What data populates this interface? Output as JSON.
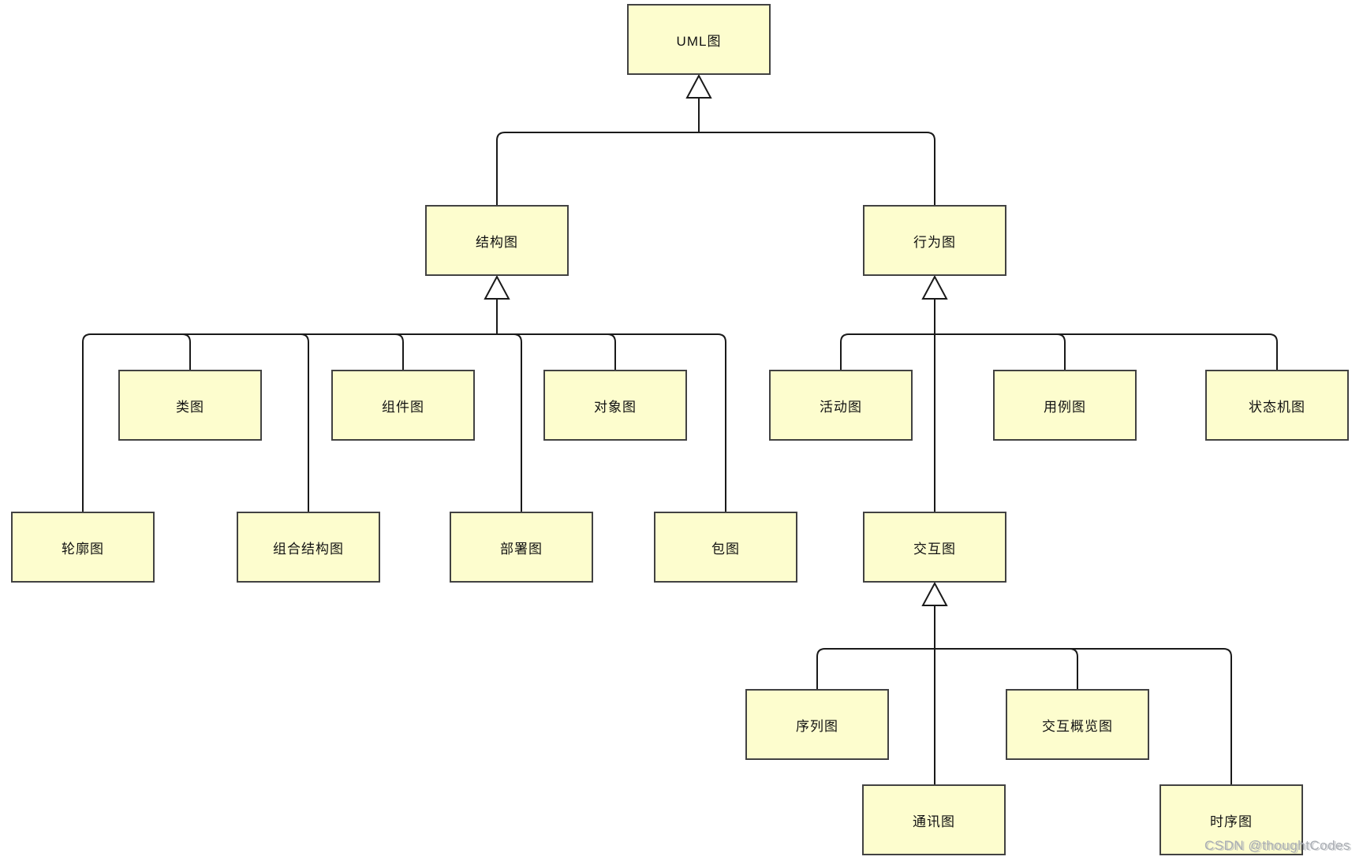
{
  "diagram": {
    "type": "uml-diagram-taxonomy-tree",
    "root": "UML图",
    "relations": [
      {
        "parent": "UML图",
        "children": [
          "结构图",
          "行为图"
        ]
      },
      {
        "parent": "结构图",
        "children": [
          "类图",
          "组件图",
          "对象图",
          "轮廓图",
          "组合结构图",
          "部署图",
          "包图"
        ]
      },
      {
        "parent": "行为图",
        "children": [
          "活动图",
          "用例图",
          "状态机图",
          "交互图"
        ]
      },
      {
        "parent": "交互图",
        "children": [
          "序列图",
          "交互概览图",
          "通讯图",
          "时序图"
        ]
      }
    ],
    "edge_style": "orthogonal rounded corners, hollow triangle generalization arrowheads pointing to parent"
  },
  "nodes": [
    {
      "id": "uml",
      "label": "UML图"
    },
    {
      "id": "structure",
      "label": "结构图"
    },
    {
      "id": "behavior",
      "label": "行为图"
    },
    {
      "id": "class",
      "label": "类图"
    },
    {
      "id": "component",
      "label": "组件图"
    },
    {
      "id": "object",
      "label": "对象图"
    },
    {
      "id": "profile",
      "label": "轮廓图"
    },
    {
      "id": "composite-structure",
      "label": "组合结构图"
    },
    {
      "id": "deployment",
      "label": "部署图"
    },
    {
      "id": "package",
      "label": "包图"
    },
    {
      "id": "activity",
      "label": "活动图"
    },
    {
      "id": "use-case",
      "label": "用例图"
    },
    {
      "id": "state-machine",
      "label": "状态机图"
    },
    {
      "id": "interaction",
      "label": "交互图"
    },
    {
      "id": "sequence",
      "label": "序列图"
    },
    {
      "id": "interaction-overview",
      "label": "交互概览图"
    },
    {
      "id": "communication",
      "label": "通讯图"
    },
    {
      "id": "timing",
      "label": "时序图"
    }
  ],
  "watermark": "CSDN @thoughtCodes",
  "colors": {
    "node_fill": "#FDFDCE",
    "node_border": "#424242",
    "edge": "#1A1A1A",
    "triangle_fill": "#FFFFFF",
    "background": "#FFFFFF",
    "watermark": "#A9ADB3"
  }
}
